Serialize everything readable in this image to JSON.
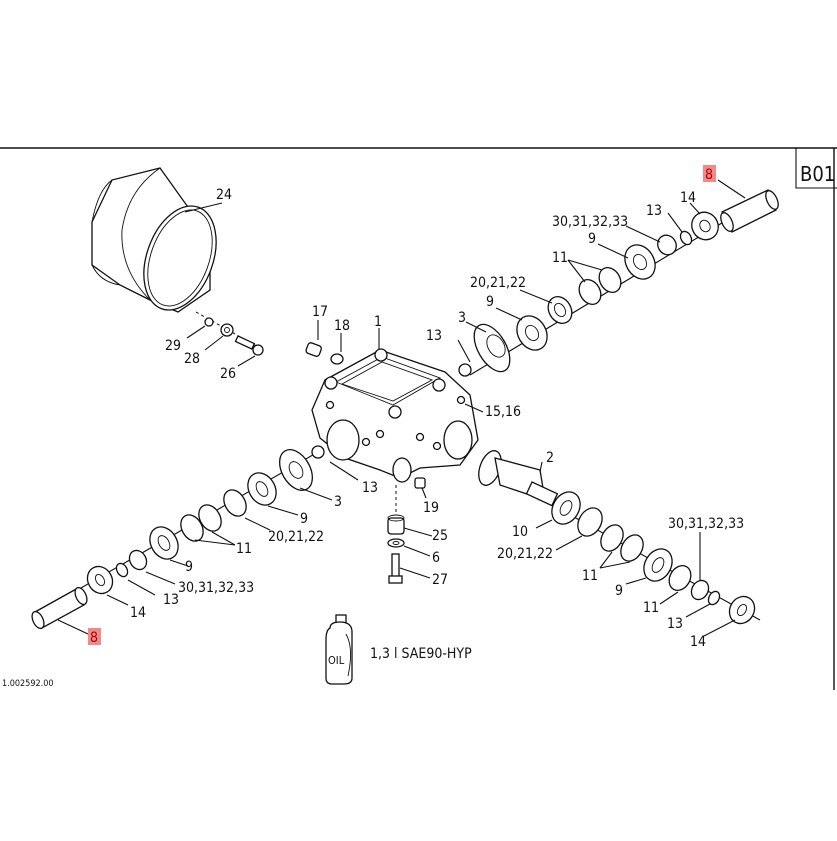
{
  "sheet": {
    "page_code": "B01",
    "drawing_number": "1.002592.00",
    "highlight_color": "#f08a8a"
  },
  "oil": {
    "bottle_label": "OIL",
    "spec": "1,3 l SAE90-HYP"
  },
  "callouts": {
    "top_right_shaft": "8",
    "bottom_left_shaft": "8",
    "cover_24": "24",
    "nut_29": "29",
    "washer_28": "28",
    "bolt_26": "26",
    "plug_17": "17",
    "seal_18": "18",
    "housing_1": "1",
    "circlip_13_upper": "13",
    "gear_3_upper": "3",
    "screws_15_16": "15,16",
    "bearing_9_upper_a": "9",
    "shims_20_22_upper": "20,21,22",
    "rings_11_upper": "11",
    "bearing_9_upper_b": "9",
    "shims_30_33_upper": "30,31,32,33",
    "circlip_13_upper_r": "13",
    "seal_14_upper_r": "14",
    "pinion_2": "2",
    "bearing_10": "10",
    "shims_20_22_lower_r": "20,21,22",
    "rings_11_lower_r": "11",
    "bearing_9_lower_r": "9",
    "ring_11_lower_r_b": "11",
    "shims_30_33_lower_r": "30,31,32,33",
    "circlip_13_lower_r": "13",
    "seal_14_lower_r": "14",
    "circlip_13_center": "13",
    "gear_3_left": "3",
    "bearing_9_left_a": "9",
    "shims_20_22_left": "20,21,22",
    "rings_11_left": "11",
    "bearing_9_left_b": "9",
    "shims_30_33_left": "30,31,32,33",
    "circlip_13_left": "13",
    "seal_14_left": "14",
    "plug_19": "19",
    "spacer_25": "25",
    "washer_6": "6",
    "bolt_27": "27"
  }
}
